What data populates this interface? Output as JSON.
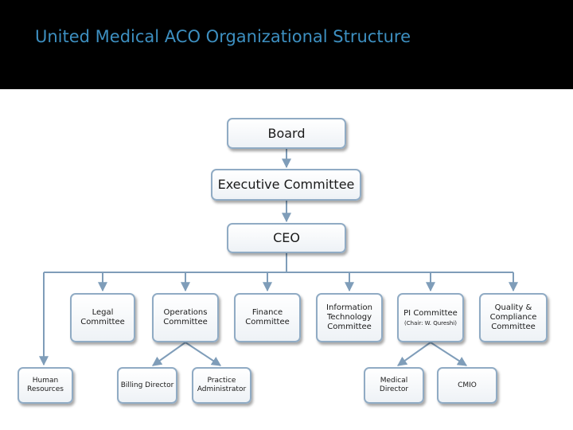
{
  "title": "United Medical ACO Organizational Structure",
  "nodes": {
    "board": "Board",
    "executive_committee": "Executive Committee",
    "ceo": "CEO",
    "legal_committee": [
      "Legal",
      "Committee"
    ],
    "operations_committee": [
      "Operations",
      "Committee"
    ],
    "finance_committee": [
      "Finance",
      "Committee"
    ],
    "it_committee": [
      "Information",
      "Technology",
      "Committee"
    ],
    "pi_committee": {
      "lines": [
        "PI Committee"
      ],
      "sub": "(Chair: W. Qureshi)"
    },
    "quality_committee": [
      "Quality &",
      "Compliance",
      "Committee"
    ],
    "human_resources": [
      "Human",
      "Resources"
    ],
    "billing_director": [
      "Billing Director"
    ],
    "practice_administrator": [
      "Practice",
      "Administrator"
    ],
    "medical_director": [
      "Medical",
      "Director"
    ],
    "cmio": [
      "CMIO"
    ]
  },
  "colors": {
    "title": "#3d8fc0",
    "box_border": "#90abc4",
    "connector": "#7f9db9"
  }
}
